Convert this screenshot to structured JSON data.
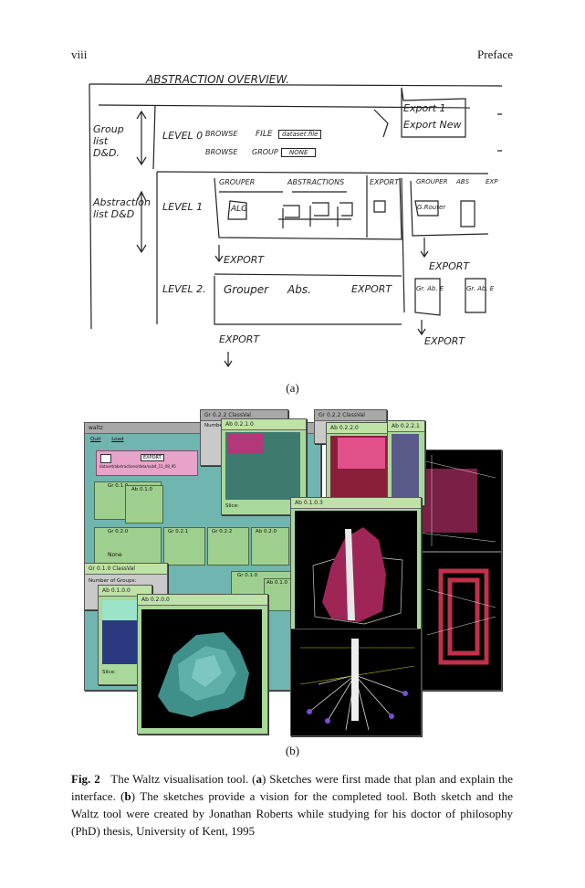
{
  "header": {
    "page_number": "viii",
    "section": "Preface"
  },
  "sketch": {
    "title": "ABSTRACTION OVERVIEW.",
    "export_box": [
      "Export 1",
      "Export New"
    ],
    "left_labels": [
      "Group list D&D.",
      "Abstraction list D&D"
    ],
    "level0": {
      "label": "LEVEL 0",
      "browse1": "BROWSE",
      "browse2": "BROWSE",
      "file": "FILE",
      "file_value": "dataset.file",
      "group": "GROUP",
      "group_value": "NONE"
    },
    "level1": {
      "label": "LEVEL 1",
      "grouper": "GROUPER",
      "abstractions": "ABSTRACTIONS",
      "export": "EXPORT",
      "alg": "ALG",
      "right_grouper": "GROUPER",
      "right_abs": "ABS",
      "right_exp": "EXP",
      "grouper_box": "G.Router"
    },
    "export_arrows": [
      "EXPORT",
      "EXPORT",
      "EXPORT",
      "EXPORT"
    ],
    "level2": {
      "label": "LEVEL 2.",
      "grouper": "Grouper",
      "abs": "Abs.",
      "export": "EXPORT",
      "gr_a": "Gr. Ab. E",
      "gr_b": "Gr. Ab. E"
    }
  },
  "label_a": "(a)",
  "screenshot": {
    "main_title": "waltz",
    "menu": [
      "Quit",
      "Load"
    ],
    "export_btn": "EXPORT",
    "filepath": "dataset/abstractions/data/sub4_11_08_95",
    "windows": [
      {
        "title": "Gr 0.2.2 ClassVal"
      },
      {
        "title": "Ab 0.2.1.0"
      },
      {
        "title": "Gr 0.2.2 ClassVal"
      },
      {
        "title": "Ab 0.2.2.0"
      },
      {
        "title": "Ab 0.2.2.1"
      },
      {
        "title": "Ab 0.2.0.0"
      },
      {
        "title": "Ab 0.1.0.3"
      },
      {
        "title": "Gr 0.1.0 ClassVal"
      },
      {
        "title": "Ab 0.1.0.0"
      }
    ],
    "number_label": "Number",
    "num_groups": "Number of Groups:",
    "slice": "Slice:",
    "panel_labels": [
      "Gr 0.1.0",
      "Ab 0.1.0",
      "Gr 0.2.0",
      "Gr 0.2.1",
      "Gr 0.2.2",
      "Ab 0.2.0",
      "Gr 0.1.0",
      "Ab 0.1.0"
    ],
    "none": "None"
  },
  "label_b": "(b)",
  "caption": {
    "fig": "Fig. 2",
    "p1": "The Waltz visualisation tool. (",
    "a": "a",
    "p2": ") Sketches were first made that plan and explain the interface. (",
    "b": "b",
    "p3": ") The sketches provide a vision for the completed tool. Both sketch and the Waltz tool were created by Jonathan Roberts while studying for his doctor of philosophy (PhD) thesis, University of Kent, 1995"
  }
}
